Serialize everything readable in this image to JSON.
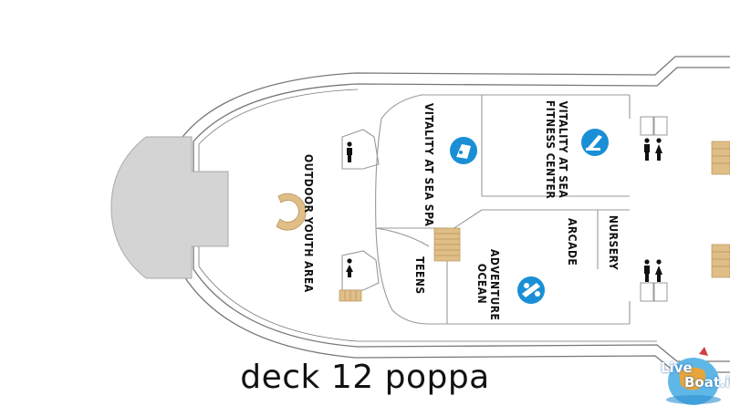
{
  "deck_caption": "deck 12 poppa",
  "areas": {
    "outdoor_youth": "OUTDOOR YOUTH AREA",
    "spa": "VITALITY AT SEA SPA",
    "fitness_line1": "VITALITY AT SEA",
    "fitness_line2": "FITNESS CENTER",
    "teens": "TEENS",
    "arcade": "ARCADE",
    "nursery": "NURSERY",
    "adventure_line1": "ADVENTURE",
    "adventure_line2": "OCEAN"
  },
  "logo": {
    "line1": "Live",
    "line2": "Boat.it"
  },
  "icons": [
    "spa-icon",
    "fitness-icon",
    "youth-icon",
    "restroom-icon",
    "stairs-icon",
    "elevator-icon"
  ],
  "colors": {
    "icon_blue": "#1a8fd6",
    "deck_gray": "#d4d4d4",
    "stair_tan": "#d8b27a",
    "outline": "#777777"
  }
}
